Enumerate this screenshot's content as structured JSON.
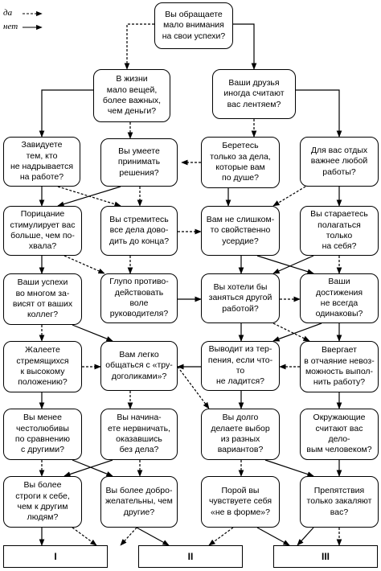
{
  "legend": {
    "yes": "да",
    "no": "нет"
  },
  "nodes": [
    {
      "id": "q1",
      "text": "Вы обращаете\nмало внимания\nна свои успехи?"
    },
    {
      "id": "q2",
      "text": "В жизни\nмало вещей,\nболее важных,\nчем деньги?"
    },
    {
      "id": "q3",
      "text": "Ваши друзья\nиногда считают\nвас лентяем?"
    },
    {
      "id": "q4",
      "text": "Завидуете\nтем, кто\nне надрывается\nна работе?"
    },
    {
      "id": "q5",
      "text": "Вы умеете\nпринимать\nрешения?"
    },
    {
      "id": "q6",
      "text": "Беретесь\nтолько за дела,\nкоторые вам\nпо душе?"
    },
    {
      "id": "q7",
      "text": "Для вас отдых\nважнее любой\nработы?"
    },
    {
      "id": "q8",
      "text": "Порицание\nстимулирует вас\nбольше, чем по-\nхвала?"
    },
    {
      "id": "q9",
      "text": "Вы стремитесь\nвсе дела дово-\nдить до конца?"
    },
    {
      "id": "q10",
      "text": "Вам не слишком-\nто свойственно\nусердие?"
    },
    {
      "id": "q11",
      "text": "Вы стараетесь\nполагаться только\nна себя?"
    },
    {
      "id": "q12",
      "text": "Ваши успехи\nво многом за-\nвисят от ваших\nколлег?"
    },
    {
      "id": "q13",
      "text": "Глупо противо-\nдействовать воле\nруководителя?"
    },
    {
      "id": "q14",
      "text": "Вы хотели бы\nзаняться другой\nработой?"
    },
    {
      "id": "q15",
      "text": "Ваши достижения\nне всегда\nодинаковы?"
    },
    {
      "id": "q16",
      "text": "Жалеете\nстремящихся\nк высокому\nположению?"
    },
    {
      "id": "q17",
      "text": "Вам легко\nобщаться с «тру-\nдоголиками»?"
    },
    {
      "id": "q18",
      "text": "Выводит из тер-\nпения, если что-то\nне ладится?"
    },
    {
      "id": "q19",
      "text": "Ввергает\nв отчаяние невоз-\nможность выпол-\nнить работу?"
    },
    {
      "id": "q20",
      "text": "Вы менее\nчестолюбивы\nпо сравнению\nс другими?"
    },
    {
      "id": "q21",
      "text": "Вы начина-\nете нервничать,\nоказавшись\nбез дела?"
    },
    {
      "id": "q22",
      "text": "Вы долго\nделаете выбор\nиз разных\nвариантов?"
    },
    {
      "id": "q23",
      "text": "Окружающие\nсчитают вас делo-\nвым человеком?"
    },
    {
      "id": "q24",
      "text": "Вы более\nстроги к себе,\nчем к другим\nлюдям?"
    },
    {
      "id": "q25",
      "text": "Вы более добро-\nжелательны, чем\nдругие?"
    },
    {
      "id": "q26",
      "text": "Порой вы\nчувствуете себя\n«не в форме»?"
    },
    {
      "id": "q27",
      "text": "Препятствия\nтолько закаляют\nвас?"
    }
  ],
  "outcomes": [
    {
      "id": "o1",
      "label": "I"
    },
    {
      "id": "o2",
      "label": "II"
    },
    {
      "id": "o3",
      "label": "III"
    }
  ]
}
